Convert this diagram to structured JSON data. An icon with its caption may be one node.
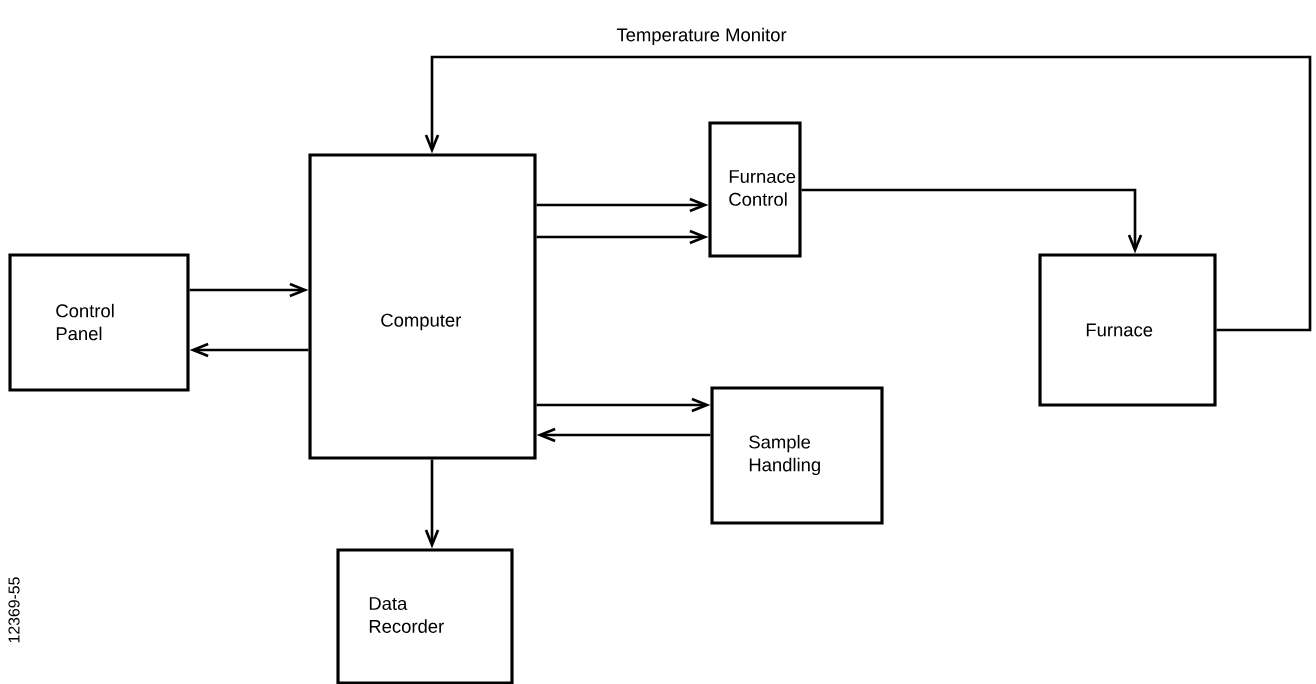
{
  "diagram": {
    "nodes": [
      {
        "text": [
          "Control Panel"
        ]
      },
      {
        "text": [
          "Computer"
        ]
      },
      {
        "text": [
          "Furnace Control"
        ]
      },
      {
        "text": [
          "Furnace"
        ]
      },
      {
        "text": [
          "Sample Handling"
        ]
      },
      {
        "text": [
          "Data Recorder"
        ]
      }
    ],
    "edges": [
      {
        "from": 0,
        "to": 1,
        "arrow": "to"
      },
      {
        "from": 1,
        "to": 0,
        "arrow": "to"
      },
      {
        "from": 1,
        "to": 2,
        "arrow": "to"
      },
      {
        "from": 1,
        "to": 2,
        "arrow": "to"
      },
      {
        "from": 2,
        "to": 3,
        "arrow": "to"
      },
      {
        "from": 3,
        "to": 1,
        "arrow": "to",
        "label": "Temperature Monitor"
      },
      {
        "from": 1,
        "to": 4,
        "arrow": "to"
      },
      {
        "from": 4,
        "to": 1,
        "arrow": "to"
      },
      {
        "from": 1,
        "to": 5,
        "arrow": "to"
      }
    ],
    "labels": [
      "12369-55"
    ]
  }
}
